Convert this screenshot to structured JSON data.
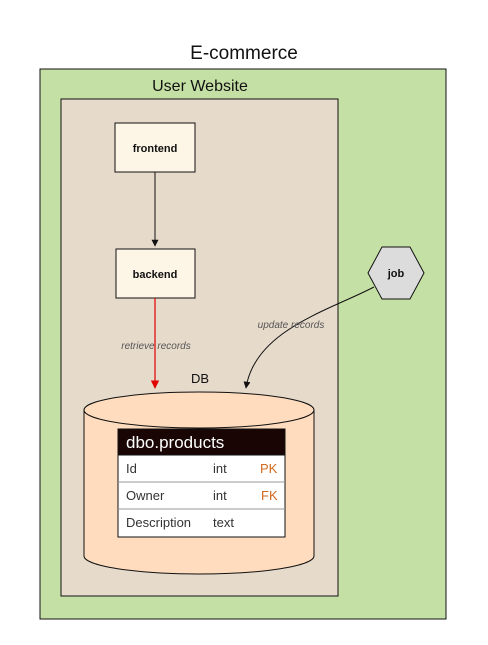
{
  "title": "E-commerce",
  "cluster": {
    "label": "User Website"
  },
  "nodes": {
    "frontend": "frontend",
    "backend": "backend",
    "job": "job",
    "db_label": "DB"
  },
  "edges": {
    "retrieve": "retrieve records",
    "update": "update records"
  },
  "table": {
    "name": "dbo.products",
    "rows": [
      {
        "name": "Id",
        "type": "int",
        "key": "PK"
      },
      {
        "name": "Owner",
        "type": "int",
        "key": "FK"
      },
      {
        "name": "Description",
        "type": "text",
        "key": ""
      }
    ]
  },
  "colors": {
    "outer_fill": "#c5e0a5",
    "inner_fill": "#e6dacb",
    "node_fill": "#fdf5e6",
    "db_fill": "#ffdcbe",
    "hex_fill": "#dcdcdc",
    "retrieve_edge": "#e00000",
    "key_text": "#d2691e"
  }
}
